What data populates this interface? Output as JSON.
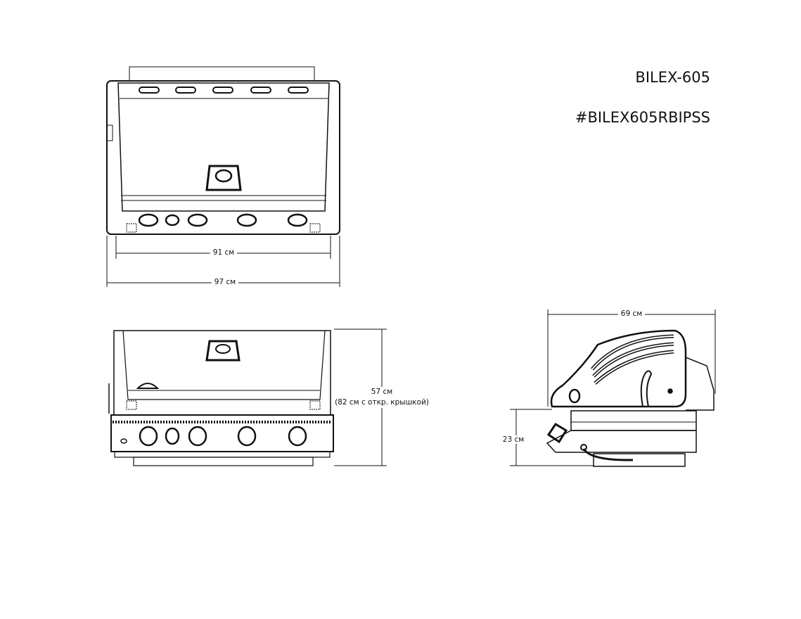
{
  "header": {
    "model": "BILEX-605",
    "sku": "#BILEX605RBIPSS"
  },
  "dimensions": {
    "inner_width": "91 см",
    "outer_width": "97 см",
    "height": "57 см",
    "height_open": "(82 см с откр. крышкой)",
    "depth": "69 см",
    "base_height": "23 см"
  },
  "colors": {
    "line": "#111111",
    "background": "#ffffff"
  }
}
